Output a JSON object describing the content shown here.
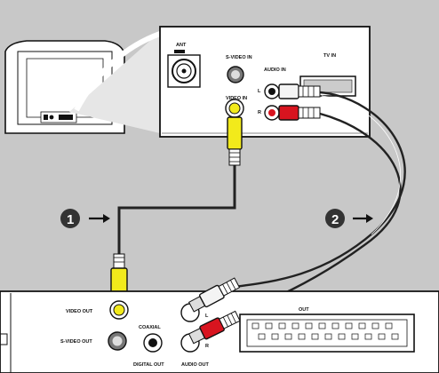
{
  "tv_panel": {
    "ant_label": "ANT",
    "svideo_in_label": "S-VIDEO IN",
    "video_in_label": "VIDEO IN",
    "audio_in_label": "AUDIO IN",
    "tv_in_label": "TV IN",
    "audio_left": "L",
    "audio_right": "R"
  },
  "steps": [
    {
      "number": "1"
    },
    {
      "number": "2"
    }
  ],
  "dvd_panel": {
    "video_out_label": "VIDEO OUT",
    "svideo_out_label": "S-VIDEO OUT",
    "coaxial_label": "COAXIAL",
    "digital_out_label": "DIGITAL OUT",
    "audio_out_label": "AUDIO OUT",
    "tv_out_label": "OUT",
    "audio_left": "L",
    "audio_right": "R"
  },
  "colors": {
    "background": "#c8c8c8",
    "panel": "#ffffff",
    "video_cable": "#f2ea1b",
    "audio_red": "#d8141f",
    "audio_white": "#f4f4f4",
    "wire": "#222222"
  }
}
